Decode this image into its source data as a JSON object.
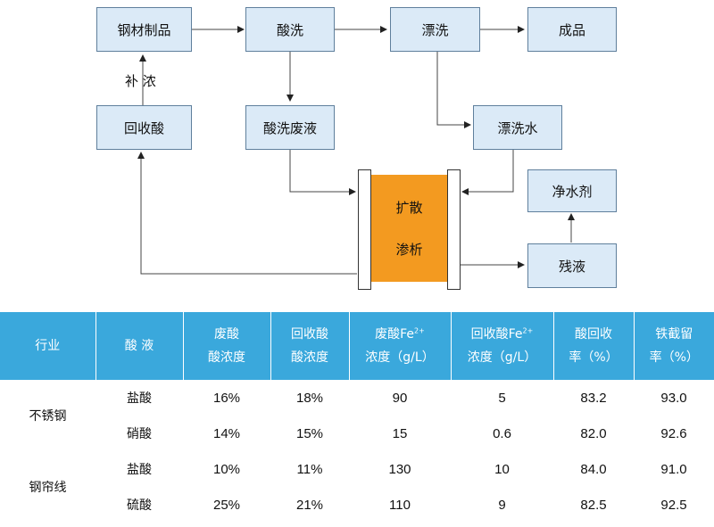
{
  "diagram": {
    "boxes": {
      "steel_products": "钢材制品",
      "pickling": "酸洗",
      "rinsing": "漂洗",
      "finished_product": "成品",
      "recovered_acid": "回收酸",
      "waste_pickling_liquor": "酸洗废液",
      "rinse_water": "漂洗水",
      "water_purifier": "净水剂",
      "residue": "残液"
    },
    "dialyzer": {
      "line1": "扩散",
      "line2": "渗析"
    },
    "replenish_label": "补 浓"
  },
  "table": {
    "headers": [
      {
        "l1": "行业",
        "l2": ""
      },
      {
        "l1": "酸 液",
        "l2": ""
      },
      {
        "l1": "废酸",
        "l2": "酸浓度"
      },
      {
        "l1": "回收酸",
        "l2": "酸浓度"
      },
      {
        "l1": "废酸Fe",
        "sup": "2+",
        "l2": "浓度（g/L）"
      },
      {
        "l1": "回收酸Fe",
        "sup": "2+",
        "l2": "浓度（g/L）"
      },
      {
        "l1": "酸回收",
        "l2": "率（%）"
      },
      {
        "l1": "铁截留",
        "l2": "率（%）"
      }
    ],
    "groups": [
      {
        "industry": "不锈钢",
        "rows": [
          {
            "acid": "盐酸",
            "waste_conc": "16%",
            "recovered_conc": "18%",
            "waste_fe": "90",
            "recovered_fe": "5",
            "acid_recovery": "83.2",
            "iron_retention": "93.0"
          },
          {
            "acid": "硝酸",
            "waste_conc": "14%",
            "recovered_conc": "15%",
            "waste_fe": "15",
            "recovered_fe": "0.6",
            "acid_recovery": "82.0",
            "iron_retention": "92.6"
          }
        ]
      },
      {
        "industry": "钢帘线",
        "rows": [
          {
            "acid": "盐酸",
            "waste_conc": "10%",
            "recovered_conc": "11%",
            "waste_fe": "130",
            "recovered_fe": "10",
            "acid_recovery": "84.0",
            "iron_retention": "91.0"
          },
          {
            "acid": "硫酸",
            "waste_conc": "25%",
            "recovered_conc": "21%",
            "waste_fe": "110",
            "recovered_fe": "9",
            "acid_recovery": "82.5",
            "iron_retention": "92.5"
          }
        ]
      }
    ]
  }
}
